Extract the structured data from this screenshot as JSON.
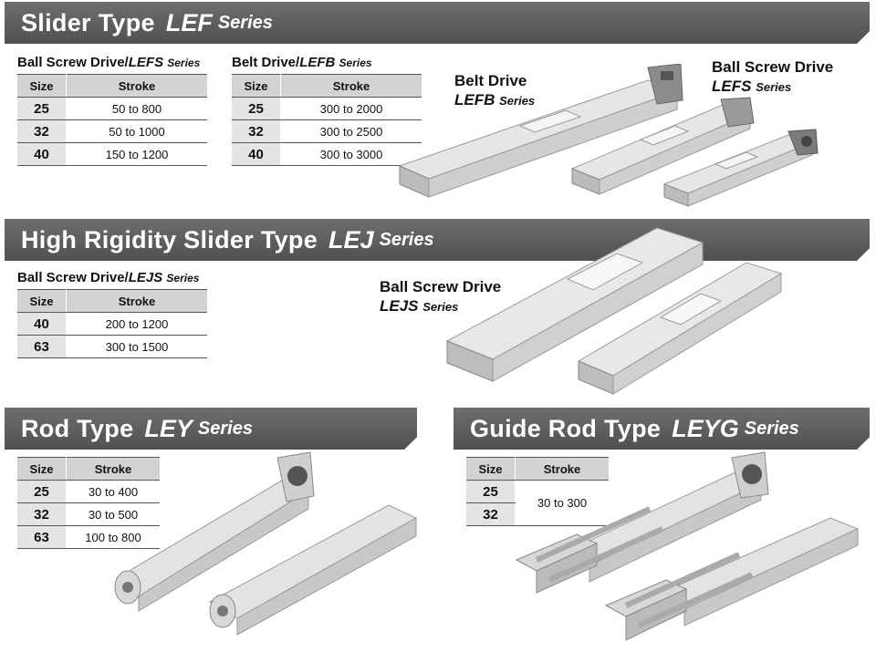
{
  "sections": {
    "lef": {
      "title": "Slider Type",
      "series_name": "LEF",
      "series_word": "Series",
      "table_lefs": {
        "caption_prefix": "Ball Screw Drive/",
        "caption_model": "LEFS",
        "caption_series": "Series",
        "headers": [
          "Size",
          "Stroke"
        ],
        "rows": [
          [
            "25",
            "50 to 800"
          ],
          [
            "32",
            "50 to 1000"
          ],
          [
            "40",
            "150 to 1200"
          ]
        ]
      },
      "table_lefb": {
        "caption_prefix": "Belt Drive/",
        "caption_model": "LEFB",
        "caption_series": "Series",
        "headers": [
          "Size",
          "Stroke"
        ],
        "rows": [
          [
            "25",
            "300 to 2000"
          ],
          [
            "32",
            "300 to 2500"
          ],
          [
            "40",
            "300 to 3000"
          ]
        ]
      },
      "label_belt": {
        "line1": "Belt Drive",
        "model": "LEFB",
        "series": "Series"
      },
      "label_ball": {
        "line1": "Ball Screw Drive",
        "model": "LEFS",
        "series": "Series"
      }
    },
    "lej": {
      "title": "High Rigidity Slider Type",
      "series_name": "LEJ",
      "series_word": "Series",
      "table": {
        "caption_prefix": "Ball Screw Drive/",
        "caption_model": "LEJS",
        "caption_series": "Series",
        "headers": [
          "Size",
          "Stroke"
        ],
        "rows": [
          [
            "40",
            "200 to 1200"
          ],
          [
            "63",
            "300 to 1500"
          ]
        ]
      },
      "label": {
        "line1": "Ball Screw Drive",
        "model": "LEJS",
        "series": "Series"
      }
    },
    "ley": {
      "title": "Rod Type",
      "series_name": "LEY",
      "series_word": "Series",
      "table": {
        "headers": [
          "Size",
          "Stroke"
        ],
        "rows": [
          [
            "25",
            "30 to 400"
          ],
          [
            "32",
            "30 to 500"
          ],
          [
            "63",
            "100 to 800"
          ]
        ]
      }
    },
    "leyg": {
      "title": "Guide Rod Type",
      "series_name": "LEYG",
      "series_word": "Series",
      "table": {
        "headers": [
          "Size",
          "Stroke"
        ],
        "sizes": [
          "25",
          "32"
        ],
        "stroke": "30 to 300"
      }
    }
  }
}
